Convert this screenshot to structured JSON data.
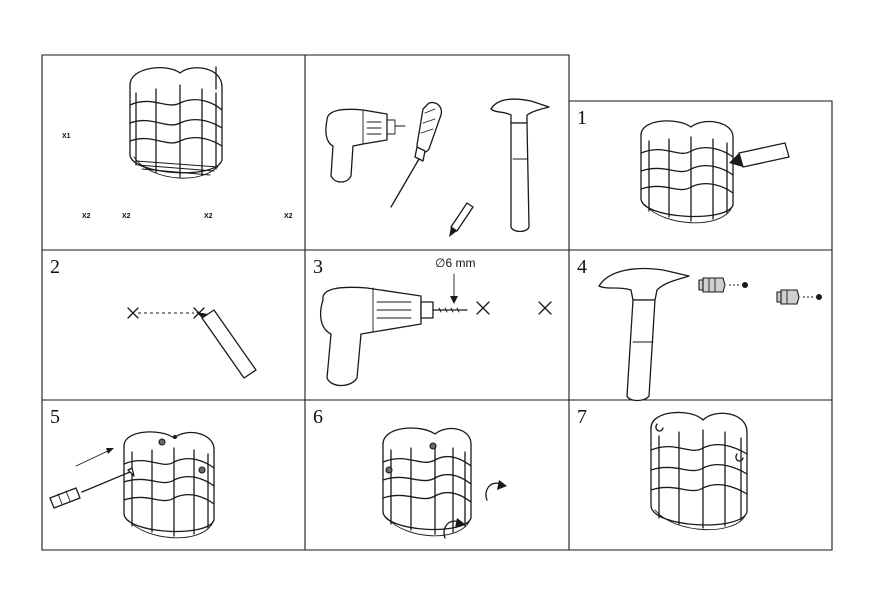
{
  "parts": {
    "basket_qty": "X1",
    "anchor_qty": "X2",
    "screw_qty": "X2",
    "bracket_qty": "X2",
    "cap_qty": "X2"
  },
  "steps": {
    "s1": "1",
    "s2": "2",
    "s3": "3",
    "s4": "4",
    "s5": "5",
    "s6": "6",
    "s7": "7"
  },
  "drill": {
    "diameter_label": "∅6 mm"
  },
  "icons": {
    "basket": "wire-basket-icon",
    "anchor": "wall-anchor-icon",
    "screw": "screw-icon",
    "bracket": "mounting-bracket-icon",
    "cap": "cover-cap-icon",
    "drill": "power-drill-icon",
    "screwdriver": "screwdriver-icon",
    "hammer": "hammer-icon",
    "pencil": "pencil-icon",
    "rotate": "rotate-arrow-icon"
  },
  "colors": {
    "line": "#1a1a1a",
    "shade": "#6b6b6b",
    "light_shade": "#cfcfcf",
    "background": "#ffffff"
  }
}
